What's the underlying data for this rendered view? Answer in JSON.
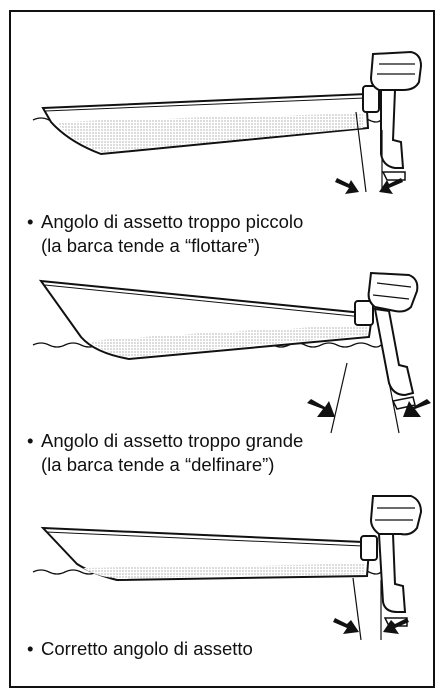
{
  "figures": [
    {
      "caption_line1": "Angolo di assetto troppo piccolo",
      "caption_line2": "(la barca tende a “flottare”)"
    },
    {
      "caption_line1": "Angolo di assetto troppo grande",
      "caption_line2": "(la barca tende a “delfinare”)"
    },
    {
      "caption_line1": "Corretto angolo di assetto",
      "caption_line2": ""
    }
  ],
  "bullet": "•"
}
